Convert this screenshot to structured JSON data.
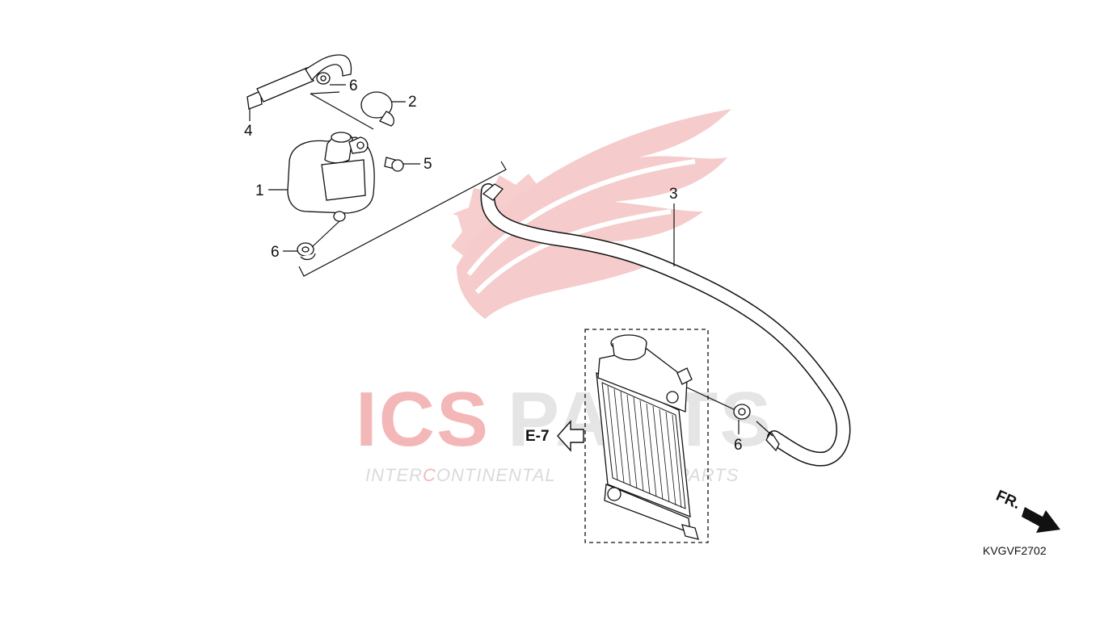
{
  "watermark": {
    "brand_left": "ICS",
    "brand_right": "PARTS",
    "tagline_left": "INTER",
    "tagline_accent": "C",
    "tagline_rest": "ONTINENTAL",
    "tagline_end": "PARTS",
    "colors": {
      "red": "#e8373a",
      "gray": "#b9b9b9",
      "pink": "#f4c6c6"
    }
  },
  "callouts": {
    "p1": "1",
    "p2": "2",
    "p3": "3",
    "p4": "4",
    "p5": "5",
    "p6a": "6",
    "p6b": "6",
    "p6c": "6"
  },
  "reference": {
    "label": "E-7",
    "icon": "arrow-left-outline-icon"
  },
  "direction": {
    "label": "FR.",
    "icon": "arrow-right-solid-icon"
  },
  "diagram_code": "KVGVF2702"
}
